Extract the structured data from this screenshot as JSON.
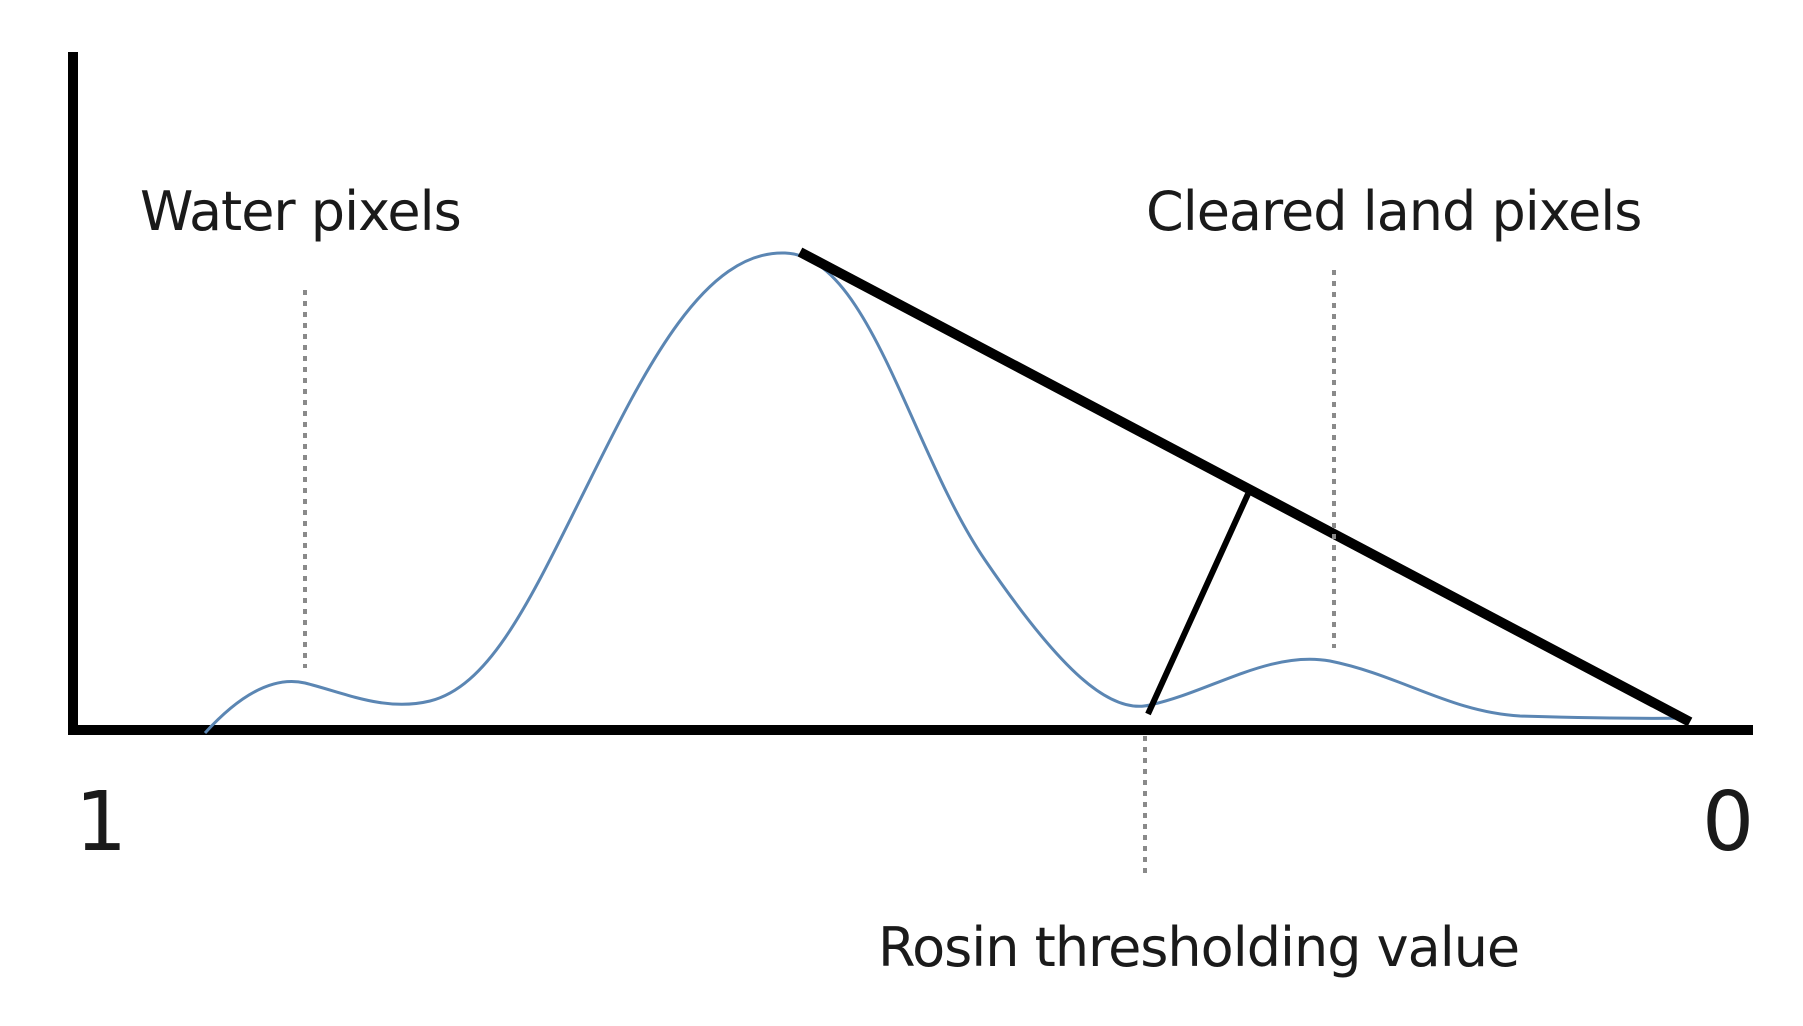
{
  "labels": {
    "water": "Water pixels",
    "cleared_land": "Cleared land pixels",
    "rosin_threshold": "Rosin thresholding value",
    "axis_left": "1",
    "axis_right": "0"
  },
  "colors": {
    "histogram_curve": "#5b86b3",
    "lines": "#000000",
    "dotted_guides": "#8a8a8a"
  }
}
